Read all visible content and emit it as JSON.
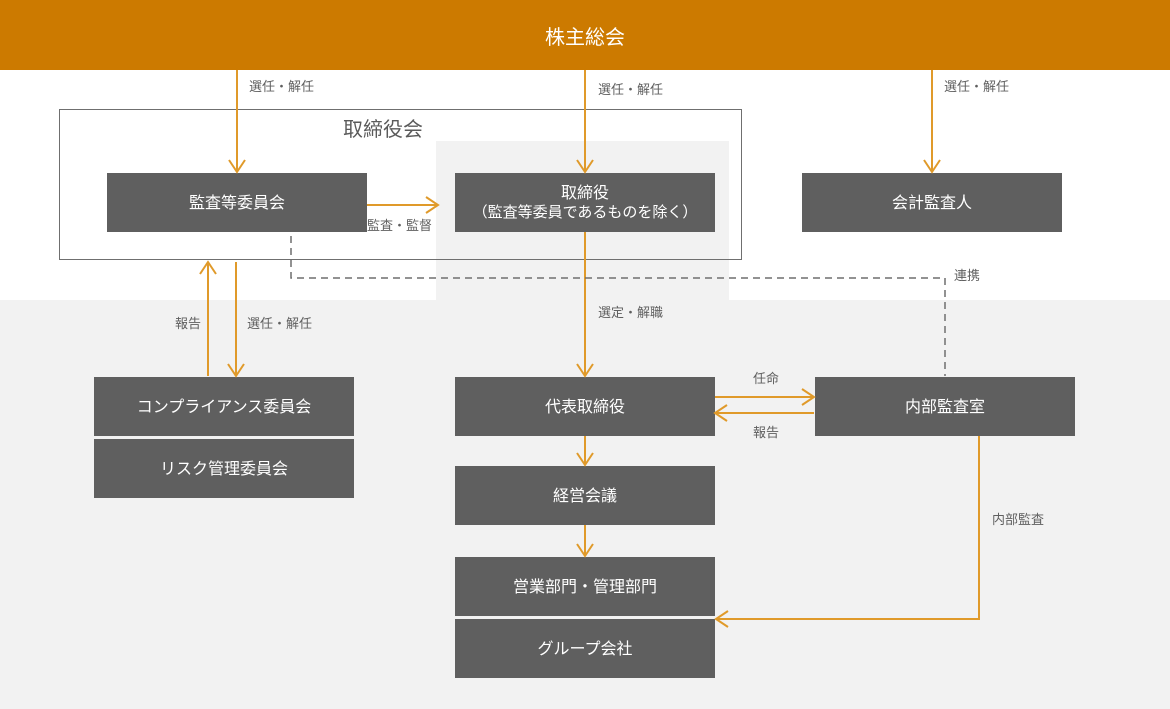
{
  "colors": {
    "accent": "#cc7a00",
    "arrow": "#e09a2a",
    "box": "#5f5f5f",
    "band": "#f2f2f2"
  },
  "header": {
    "title": "株主総会"
  },
  "board": {
    "title": "取締役会"
  },
  "boxes": {
    "audit_committee": "監査等委員会",
    "directors_line1": "取締役",
    "directors_line2": "（監査等委員であるものを除く）",
    "accounting_auditor": "会計監査人",
    "compliance_committee": "コンプライアンス委員会",
    "risk_committee": "リスク管理委員会",
    "representative_director": "代表取締役",
    "management_meeting": "経営会議",
    "departments": "営業部門・管理部門",
    "group_companies": "グループ会社",
    "internal_audit_office": "内部監査室"
  },
  "labels": {
    "elect_dismiss_left": "選任・解任",
    "elect_dismiss_center": "選任・解任",
    "elect_dismiss_right": "選任・解任",
    "audit_supervise": "監査・監督",
    "cooperation": "連携",
    "report_left": "報告",
    "elect_dismiss_committee": "選任・解任",
    "select_dismiss": "選定・解職",
    "appoint": "任命",
    "report_right": "報告",
    "internal_audit": "内部監査"
  }
}
